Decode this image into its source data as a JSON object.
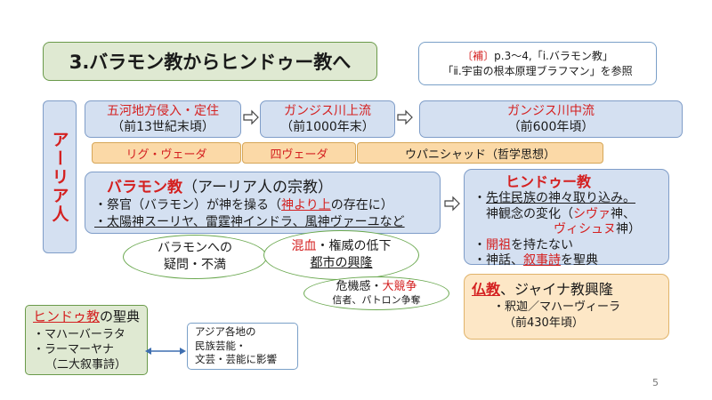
{
  "title": "3.バラモン教からヒンドゥー教へ",
  "reference": {
    "line1_bracket": "〔補〕",
    "line1_text": "p.3～4,「ⅰ.バラモン教」",
    "line2": "「ⅱ.宇宙の根本原理ブラフマン」を参照"
  },
  "side_label": "アーリア人",
  "timeline": [
    {
      "place": "五河地方侵入・定住",
      "date": "（前13世紀末頃）"
    },
    {
      "place": "ガンジス川上流",
      "date": "（前1000年末）"
    },
    {
      "place": "ガンジス川中流",
      "date": "（前600年頃）"
    }
  ],
  "texts": [
    "リグ・ヴェーダ",
    "四ヴェーダ",
    "ウパニシャッド（哲学思想）"
  ],
  "brahmanism": {
    "title": "バラモン教",
    "subtitle": "（アーリア人の宗教）",
    "line1_pre": "・祭官（バラモン）が神を操る（",
    "line1_red": "神より上",
    "line1_post": "の存在に）",
    "line2": "・太陽神スーリヤ、雷霆神インドラ、風神ヴァーユなど"
  },
  "oval_doubt": {
    "line1": "バラモンへの",
    "line2": "疑問・不満"
  },
  "oval_social": {
    "red": "混血",
    "rest": "・権威の低下",
    "line2": "都市の興隆"
  },
  "oval_crisis": {
    "pre": "危機感・",
    "red": "大競争",
    "line2": "信者、パトロン争奪"
  },
  "hinduism": {
    "title": "ヒンドゥー教",
    "line1_dot": "・",
    "line1_u": "先住民族",
    "line1_rest": "の神々取り込み。",
    "line2_pre": "神観念の変化（",
    "line2_red": "シヴァ",
    "line2_post": "神、",
    "line3_red": "ヴィシュヌ",
    "line3_post": "神）",
    "line4_dot": "・",
    "line4_red": "開祖",
    "line4_rest": "を持たない",
    "line5_pre": "・神話、",
    "line5_red": "叙事詩",
    "line5_post": "を聖典"
  },
  "buddhism": {
    "red": "仏教",
    "rest": "、ジャイナ教興隆",
    "line2": "・釈迦／マハーヴィーラ",
    "line3": "（前430年頃）"
  },
  "scripture": {
    "title_red": "ヒンドゥ教",
    "title_rest": "の聖典",
    "item1": "・マハーバーラタ",
    "item2": "・ラーマーヤナ",
    "item3": "（二大叙事詩）"
  },
  "influence": {
    "line1": "アジア各地の",
    "line2": "民族芸能・",
    "line3": "文芸・芸能に影響"
  },
  "page_number": "5"
}
